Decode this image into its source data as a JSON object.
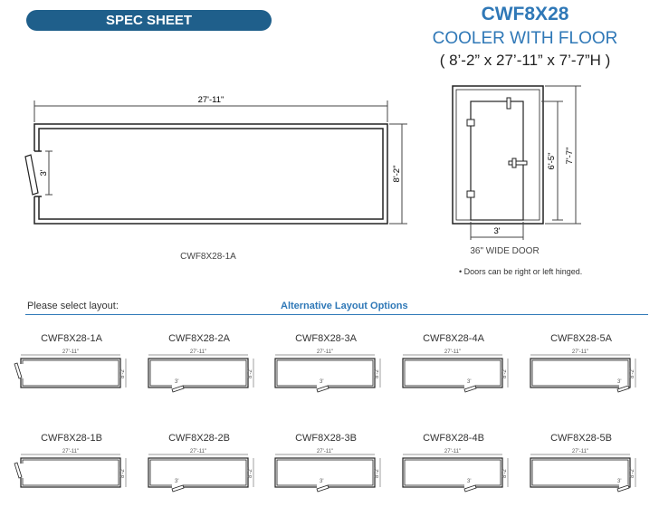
{
  "header": {
    "badge": "SPEC SHEET",
    "model": "CWF8X28",
    "subtitle": "COOLER WITH FLOOR",
    "dims": "( 8’-2” x 27’-11” x 7’-7”H )"
  },
  "plan": {
    "width_label": "27'-11\"",
    "depth_label": "8'-2\"",
    "door_label": "3'",
    "caption": "CWF8X28-1A"
  },
  "elevation": {
    "door_width": "3'",
    "door_height": "6'-5\"",
    "overall_height": "7'-7\"",
    "door_caption": "36\" WIDE DOOR",
    "note": "Doors can be right or left hinged."
  },
  "layouts": {
    "prompt": "Please select layout:",
    "heading": "Alternative Layout Options",
    "thumb_width": "27'-11\"",
    "thumb_depth": "8'-2\"",
    "thumb_door": "3'",
    "options": [
      {
        "label": "CWF8X28-1A"
      },
      {
        "label": "CWF8X28-2A"
      },
      {
        "label": "CWF8X28-3A"
      },
      {
        "label": "CWF8X28-4A"
      },
      {
        "label": "CWF8X28-5A"
      },
      {
        "label": "CWF8X28-1B"
      },
      {
        "label": "CWF8X28-2B"
      },
      {
        "label": "CWF8X28-3B"
      },
      {
        "label": "CWF8X28-4B"
      },
      {
        "label": "CWF8X28-5B"
      }
    ]
  }
}
